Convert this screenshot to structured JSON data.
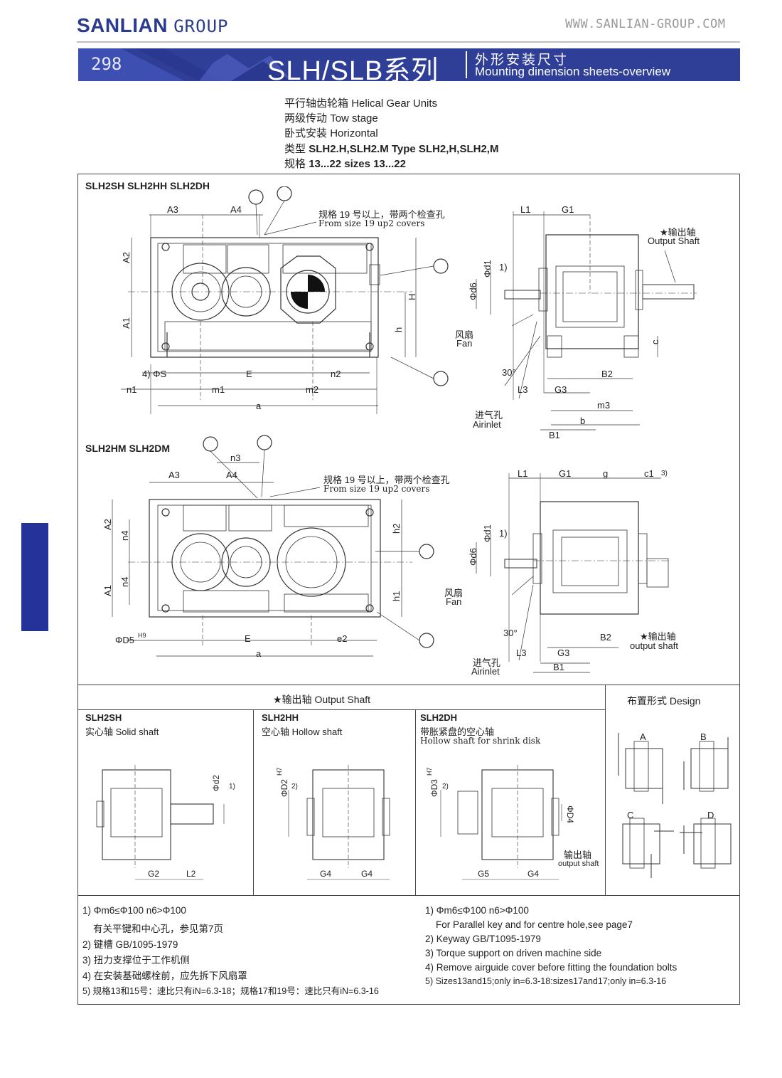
{
  "header": {
    "brand": "SANLIAN",
    "brand_group": "GROUP",
    "website": "WWW.SANLIAN-GROUP.COM",
    "page_number": "298",
    "series": "SLH/SLB系列",
    "title_zh": "外形安装尺寸",
    "title_en": "Mounting dinension sheets-overview",
    "colors": {
      "banner": "#2f3f98",
      "brand": "#2a3a8f"
    }
  },
  "specs": [
    {
      "zh": "平行轴齿轮箱",
      "en": "Helical Gear Units"
    },
    {
      "zh": "两级传动",
      "en": "Tow stage"
    },
    {
      "zh": "卧式安装",
      "en": "Horizontal"
    },
    {
      "zh": "类型",
      "en": "SLH2.H,SLH2.M  Type  SLH2,H,SLH2,M"
    },
    {
      "zh": "规格",
      "en": "13...22  sizes 13...22"
    }
  ],
  "section1": {
    "title": "SLH2SH  SLH2HH  SLH2DH",
    "note_zh": "规格 19 号以上，带两个检查孔",
    "note_en": "From size 19 up2 covers",
    "labels": {
      "A3": "A3",
      "A4": "A4",
      "A2": "A2",
      "A1": "A1",
      "H": "H",
      "h": "h",
      "s": "4) ΦS",
      "E": "E",
      "n2": "n2",
      "n1": "n1",
      "m1": "m1",
      "m2": "m2",
      "a": "a",
      "L1": "L1",
      "G1": "G1",
      "d1": "Φd1",
      "d6": "Φd6",
      "c": "c",
      "B2": "B2",
      "L3": "L3",
      "G3": "G3",
      "m3": "m3",
      "b": "b",
      "B1": "B1",
      "deg": "30°",
      "fn1": "1)"
    },
    "fan_zh": "风扇",
    "fan_en": "Fan",
    "air_zh": "进气孔",
    "air_en": "Airinlet",
    "out_zh": "★输出轴",
    "out_en": "Output Shaft"
  },
  "section2": {
    "title": "SLH2HM  SLH2DM",
    "note_zh": "规格 19 号以上，带两个检查孔",
    "note_en": "From size 19 up2 covers",
    "labels": {
      "n3": "n3",
      "A3": "A3",
      "A4": "A4",
      "A2": "A2",
      "A1": "A1",
      "n4a": "n4",
      "n4b": "n4",
      "h2": "h2",
      "h1": "h1",
      "D5": "ΦD5",
      "H9": "H9",
      "E": "E",
      "e2": "e2",
      "a": "a",
      "L1": "L1",
      "G1": "G1",
      "g": "g",
      "c1": "c1",
      "fn3": "3)",
      "d1": "Φd1",
      "d6": "Φd6",
      "fn1": "1)",
      "B2": "B2",
      "L3": "L3",
      "G3": "G3",
      "B1": "B1",
      "deg": "30°"
    },
    "fan_zh": "风扇",
    "fan_en": "Fan",
    "air_zh": "进气孔",
    "air_en": "Airinlet",
    "out_zh": "★输出轴",
    "out_en": "output shaft"
  },
  "output_shaft": {
    "title": "★输出轴  Output Shaft",
    "design_title": "布置形式  Design",
    "panels": [
      {
        "code": "SLH2SH",
        "desc": "实心轴  Solid shaft",
        "dim": "Φd2",
        "fn": "1)",
        "g": "G2",
        "l": "L2"
      },
      {
        "code": "SLH2HH",
        "desc": "空心轴  Hollow shaft",
        "dim": "ΦD2",
        "tol": "H7",
        "fn": "2)",
        "g1": "G4",
        "g2": "G4"
      },
      {
        "code": "SLH2DH",
        "desc": "带胀紧盘的空心轴",
        "desc2": "Hollow shaft for shrink disk",
        "dim": "ΦD3",
        "tol": "H7",
        "fn": "2)",
        "dim2": "ΦD4",
        "g1": "G5",
        "g2": "G4",
        "out_zh": "输出轴",
        "out_en": "output shaft"
      }
    ],
    "designs": [
      "A",
      "B",
      "C",
      "D"
    ]
  },
  "notes_zh": [
    "1) Φm6≤Φ100        n6>Φ100",
    "    有关平键和中心孔，参见第7页",
    "2) 键槽 GB/1095-1979",
    "3) 扭力支撑位于工作机侧",
    "4) 在安装基础螺栓前，应先拆下风扇罩",
    "5) 规格13和15号：速比只有iN=6.3-18；规格17和19号：速比只有iN=6.3-16"
  ],
  "notes_en": [
    "1) Φm6≤Φ100        n6>Φ100",
    "    For Parallel key and for centre hole,see page7",
    "2) Keyway GB/T1095-1979",
    "3) Torque support on driven machine side",
    "4) Remove airguide cover before fitting the foundation bolts",
    "5) Sizes13and15;only in=6.3-18:sizes17and17;only in=6.3-16"
  ]
}
